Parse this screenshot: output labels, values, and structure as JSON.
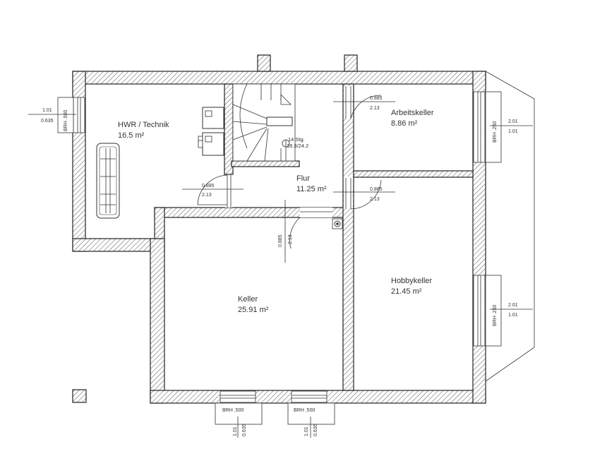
{
  "rooms": {
    "hwr": {
      "name": "HWR / Technik",
      "area": "16.5 m²"
    },
    "arbeitskeller": {
      "name": "Arbeitskeller",
      "area": "8.86 m²"
    },
    "flur": {
      "name": "Flur",
      "area": "11.25 m²"
    },
    "keller": {
      "name": "Keller",
      "area": "25.91 m²"
    },
    "hobbykeller": {
      "name": "Hobbykeller",
      "area": "21.45 m²"
    }
  },
  "stairs": {
    "steps": "14 Stg.",
    "ratio": "18.3/24.2"
  },
  "doors": {
    "width": "0.885",
    "height": "2.13"
  },
  "windows": {
    "west": {
      "brh": "BRH",
      "brh_value": ".500",
      "width": "1.01",
      "height": "0.635"
    },
    "east_upper": {
      "brh": "BRH",
      "brh_value": ".250",
      "width": "2.01",
      "height": "1.01"
    },
    "east_lower": {
      "brh": "BRH",
      "brh_value": ".250",
      "width": "2.01",
      "height": "1.01"
    },
    "south_left": {
      "brh": "BRH",
      "brh_value": ".500",
      "width": "1.01",
      "height": "0.635"
    },
    "south_right": {
      "brh": "BRH",
      "brh_value": ".500",
      "width": "1.01",
      "height": "0.635"
    }
  }
}
